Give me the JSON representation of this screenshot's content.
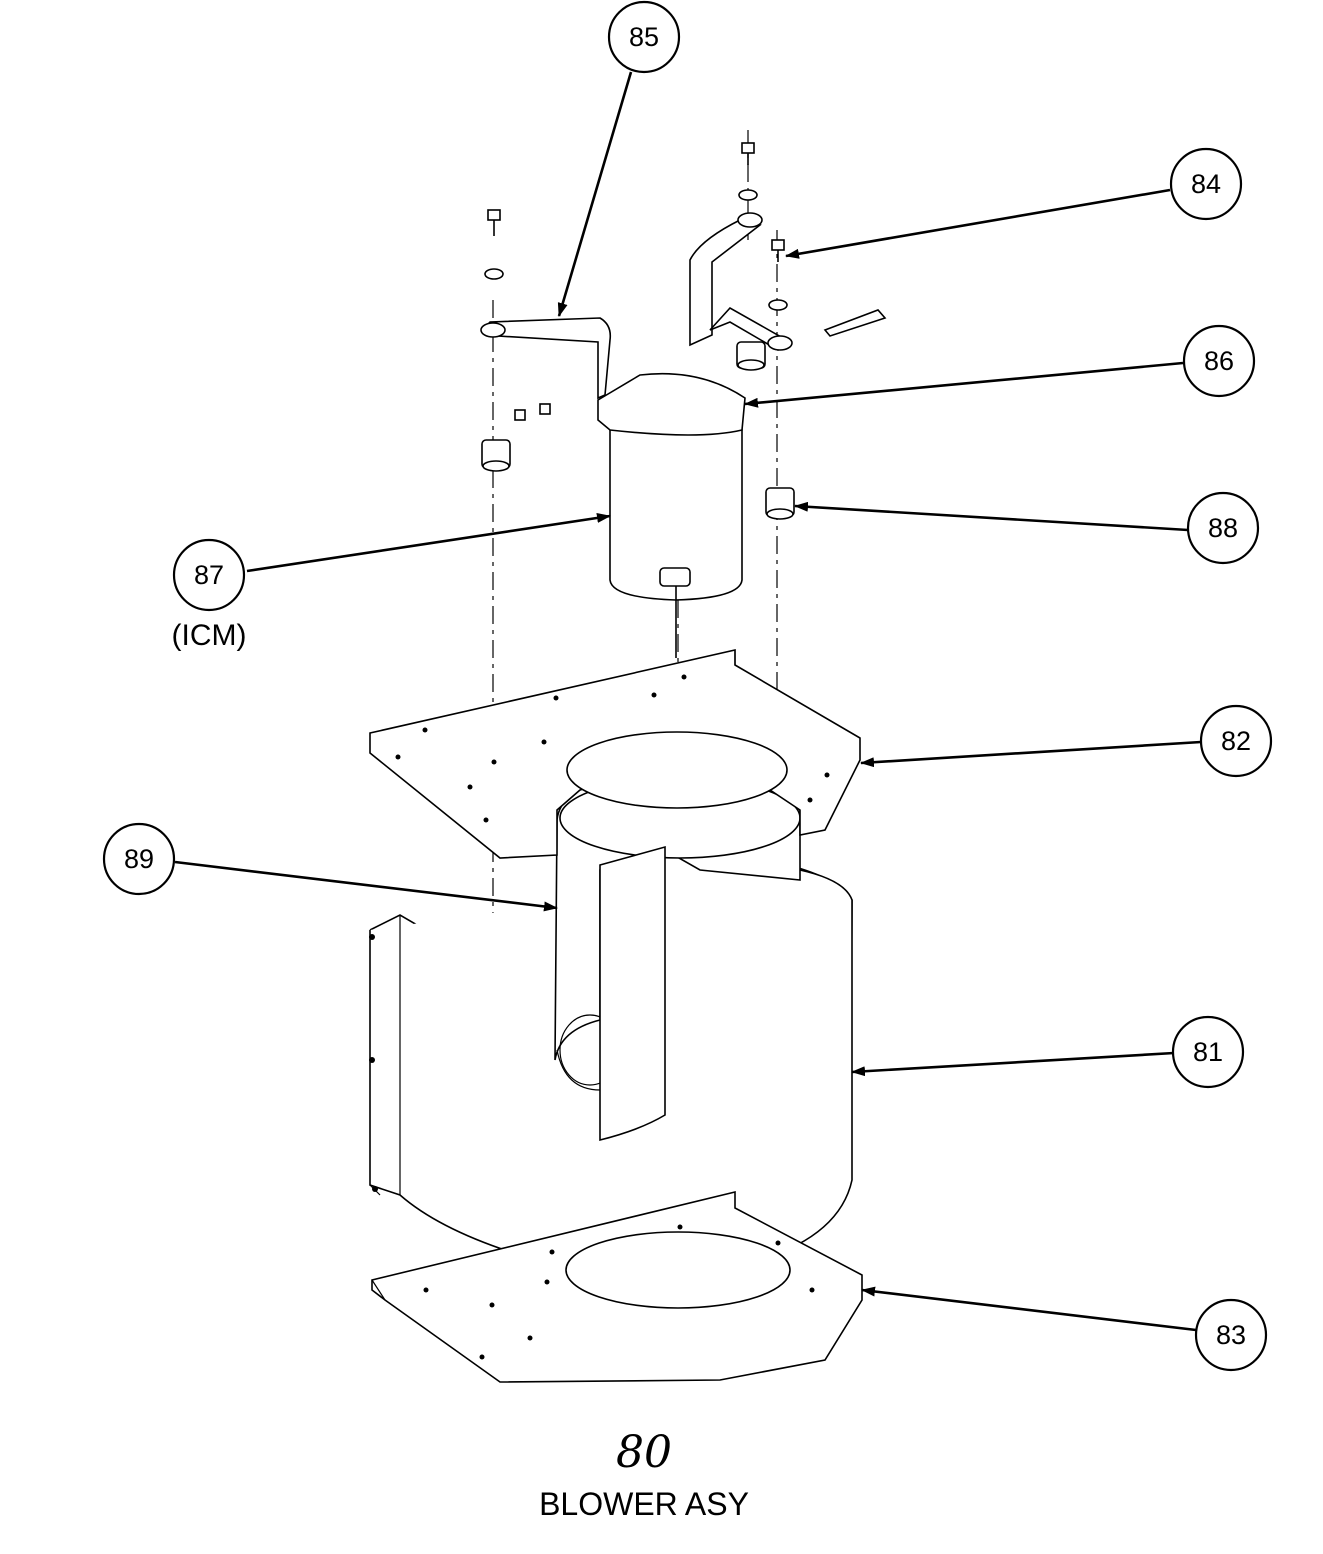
{
  "diagram": {
    "assembly_number": "80",
    "assembly_name": "BLOWER ASY",
    "callouts": {
      "c85": "85",
      "c84": "84",
      "c86": "86",
      "c87": "87",
      "c88": "88",
      "c82": "82",
      "c89": "89",
      "c81": "81",
      "c83": "83"
    },
    "sub_label_87": "(ICM)"
  }
}
